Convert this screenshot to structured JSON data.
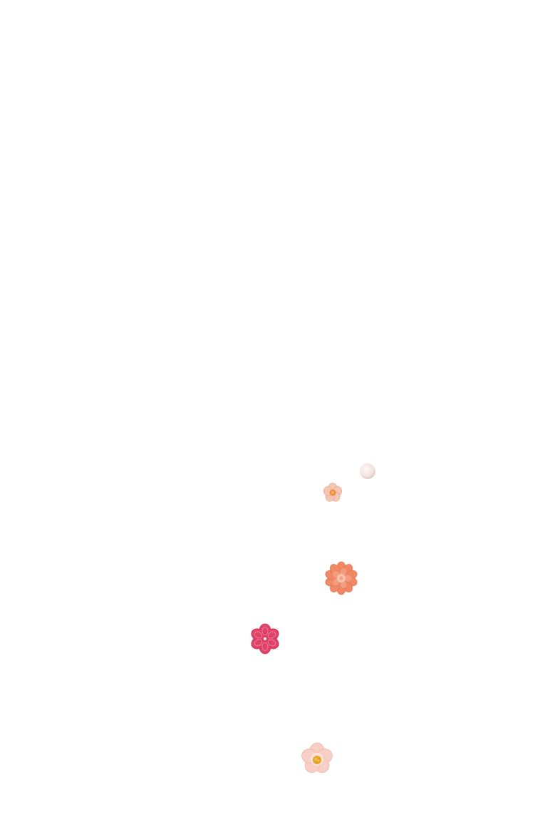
{
  "scene": {
    "background_color": "#ffffff",
    "items": [
      {
        "name": "round-bud",
        "color": "#f3e3df"
      },
      {
        "name": "small-peach-blossom",
        "color": "#f4b9a4",
        "center_color": "#f08a3c"
      },
      {
        "name": "orange-chrysanthemum",
        "color": "#f08a66",
        "center_color": "#f6c3b0"
      },
      {
        "name": "pink-plum-blossom",
        "color": "#e0426a",
        "center_color": "#fbe0e6"
      },
      {
        "name": "pale-blossom",
        "color": "#f7cfc6",
        "center_color": "#e8a12a"
      }
    ]
  }
}
